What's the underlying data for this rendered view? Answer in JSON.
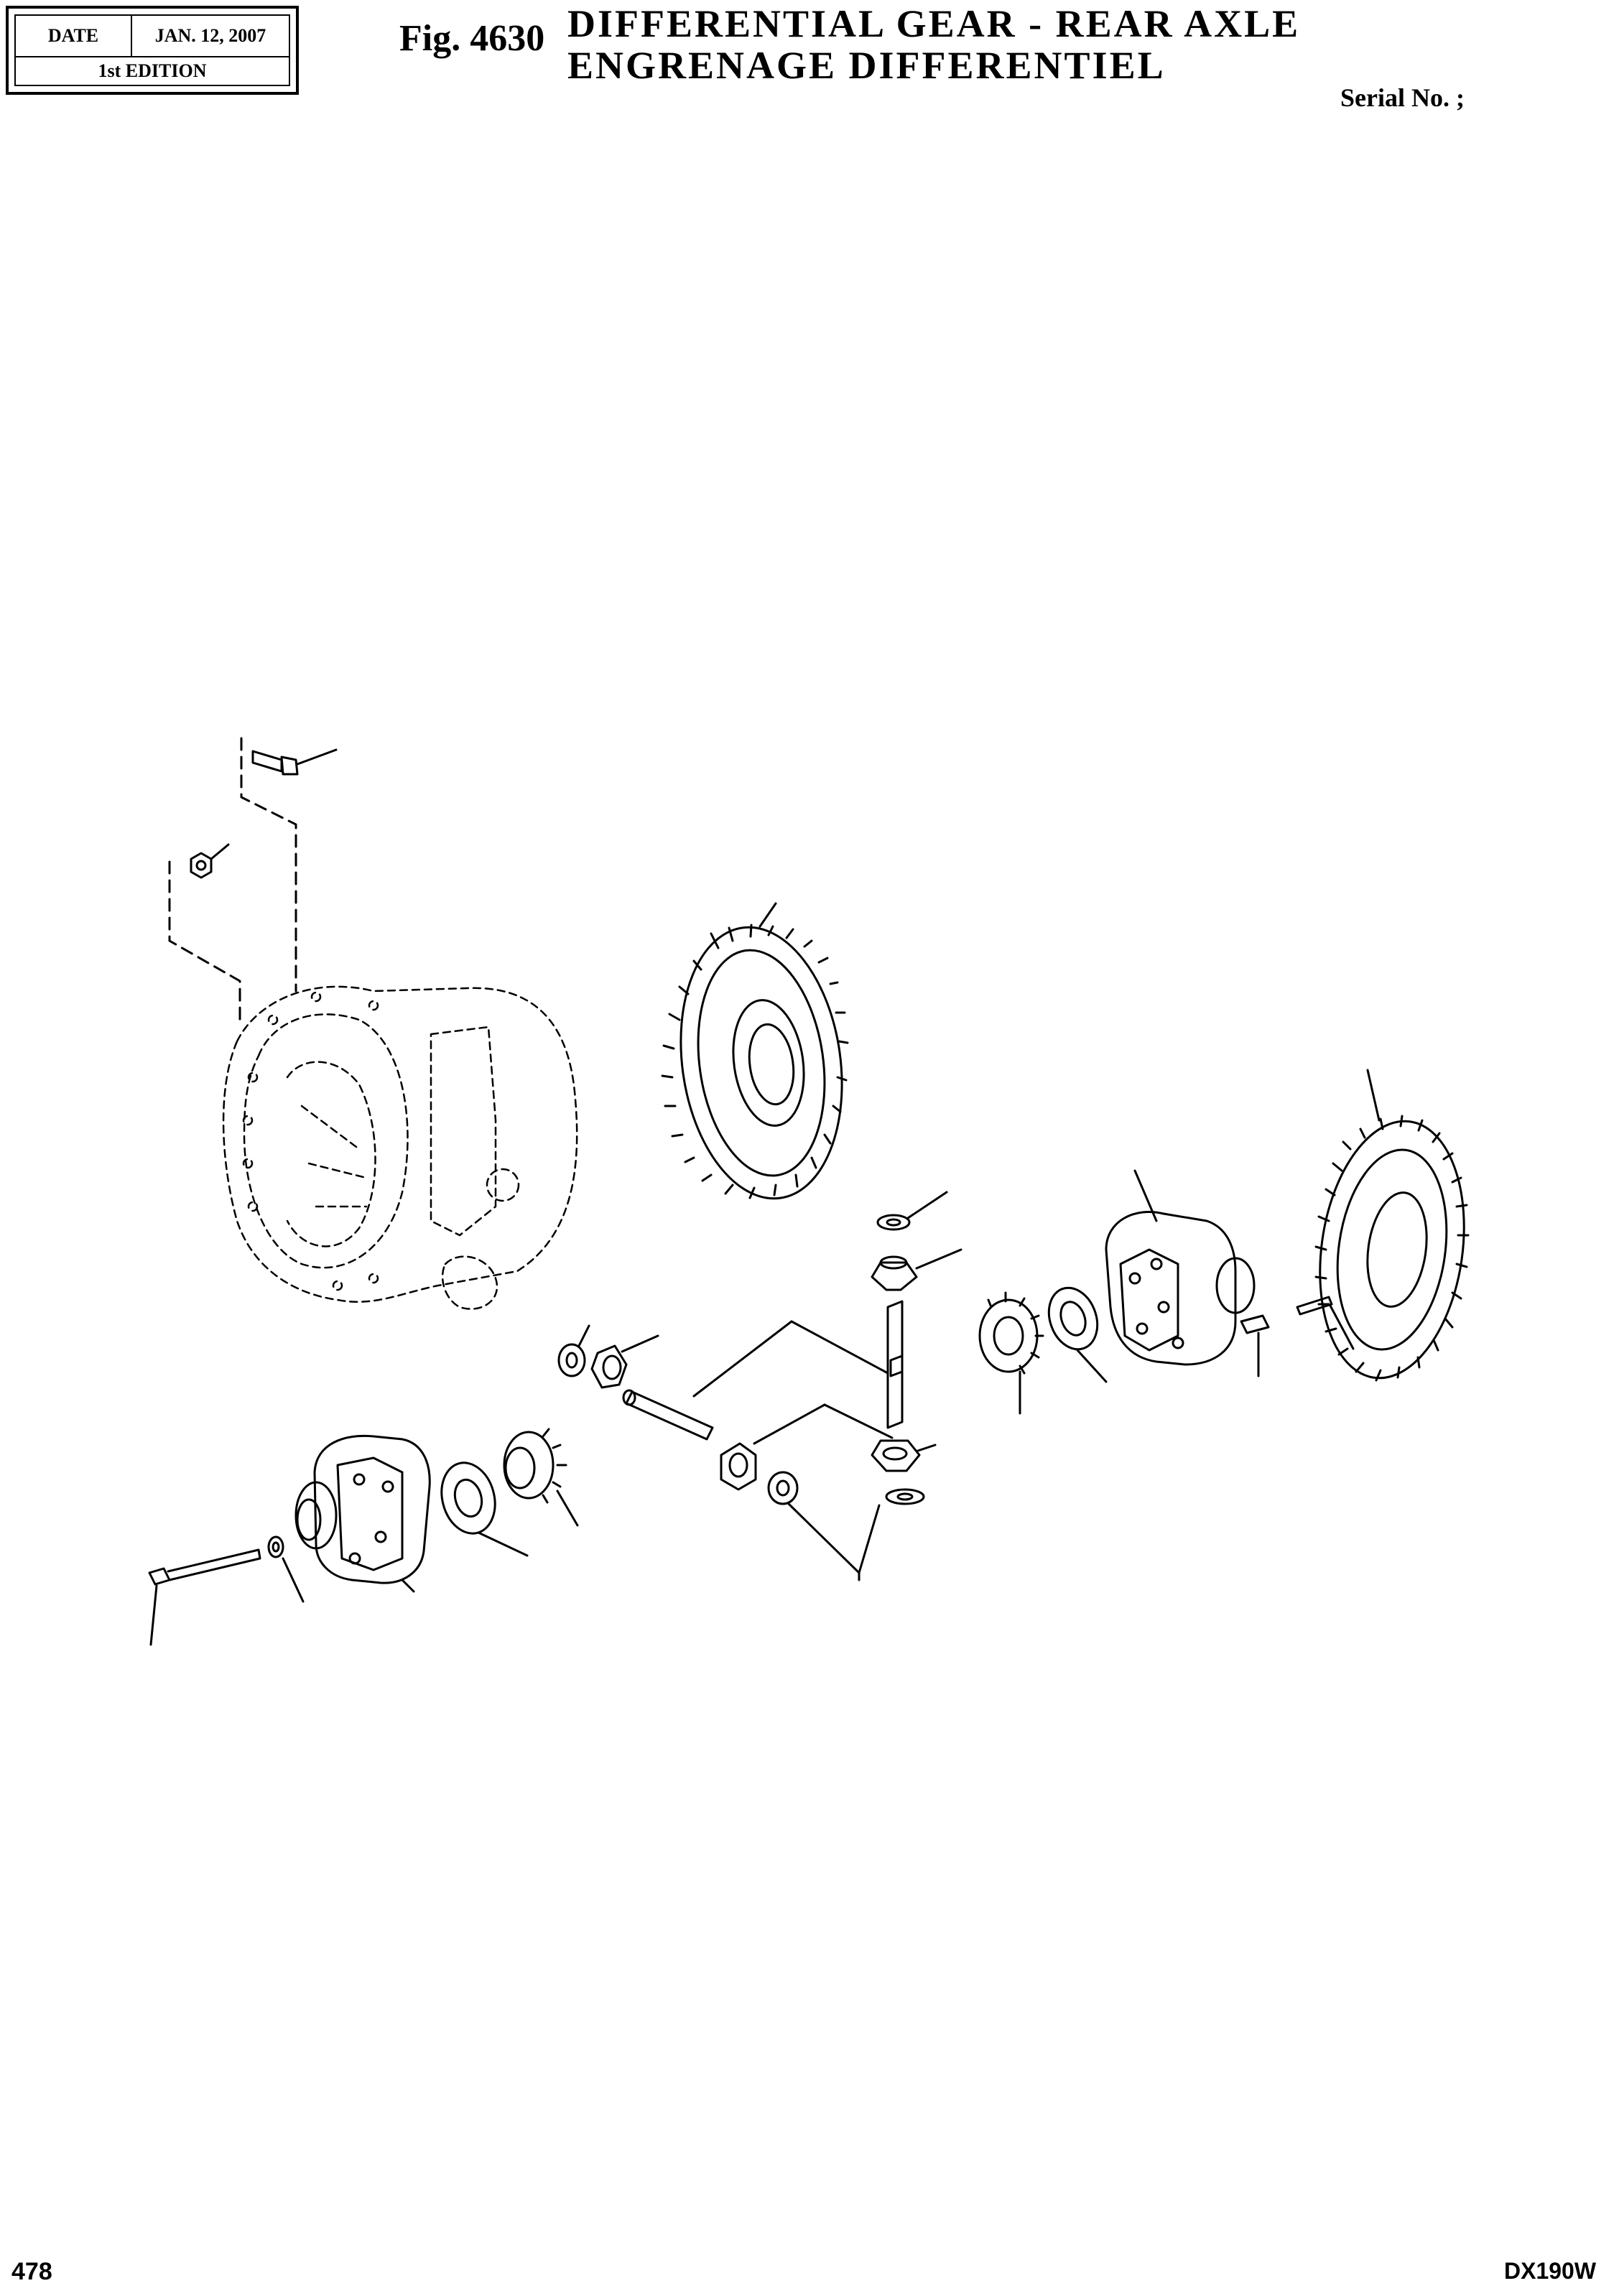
{
  "header": {
    "date_label": "DATE",
    "date_value": "JAN. 12, 2007",
    "edition": "1st EDITION",
    "figure_number": "Fig. 4630",
    "title_en": "DIFFERENTIAL GEAR - REAR AXLE",
    "title_fr": "ENGRENAGE DIFFERENTIEL",
    "serial_label": "Serial No. ;"
  },
  "footer": {
    "page_number": "478",
    "model": "DX190W"
  },
  "drawing": {
    "parts": [
      "bolt-top",
      "nut",
      "axle-housing",
      "ring-gear",
      "crown-gear-disc",
      "differential-case-right",
      "thrust-washer-right",
      "side-gear-right",
      "pin-small",
      "roll-pin",
      "pinion-washer-top",
      "pinion-gear-top",
      "spider-cross-shaft",
      "pinion-shaft",
      "washer-left",
      "pinion-gear-left",
      "pinion-gear-mid",
      "washer-mid",
      "pinion-gear-lower",
      "washer-lower",
      "differential-case-left",
      "thrust-washer-left",
      "side-gear-left",
      "long-bolt",
      "small-washer"
    ]
  }
}
